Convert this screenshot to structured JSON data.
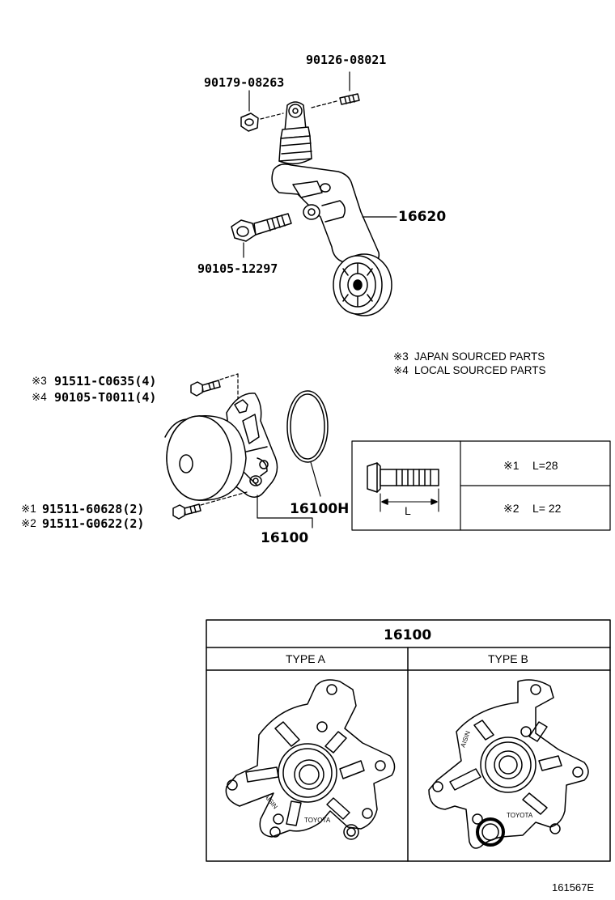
{
  "parts": {
    "stud_bolt": "90126-08021",
    "nut": "90179-08263",
    "tensioner": "16620",
    "tensioner_bolt": "90105-12297",
    "pump_bolt_j3": "91511-C0635(4)",
    "pump_bolt_j4": "90105-T0011(4)",
    "pump_bolt_s1": "91511-60628(2)",
    "pump_bolt_s2": "91511-G0622(2)",
    "gasket": "16100H",
    "water_pump": "16100"
  },
  "markers": {
    "m1": "※1",
    "m2": "※2",
    "m3": "※3",
    "m4": "※4"
  },
  "notes": {
    "japan": "JAPAN SOURCED PARTS",
    "local": "LOCAL SOURCED PARTS"
  },
  "bolt_table": {
    "dimension_label": "L",
    "row1": "L=28",
    "row2": "L= 22"
  },
  "type_table": {
    "header": "16100",
    "type_a": "TYPE A",
    "type_b": "TYPE B",
    "brand_a": "AISIN",
    "brand_b": "AISIN",
    "maker_a": "TOYOTA",
    "maker_b": "TOYOTA"
  },
  "ref_code": "161567E"
}
